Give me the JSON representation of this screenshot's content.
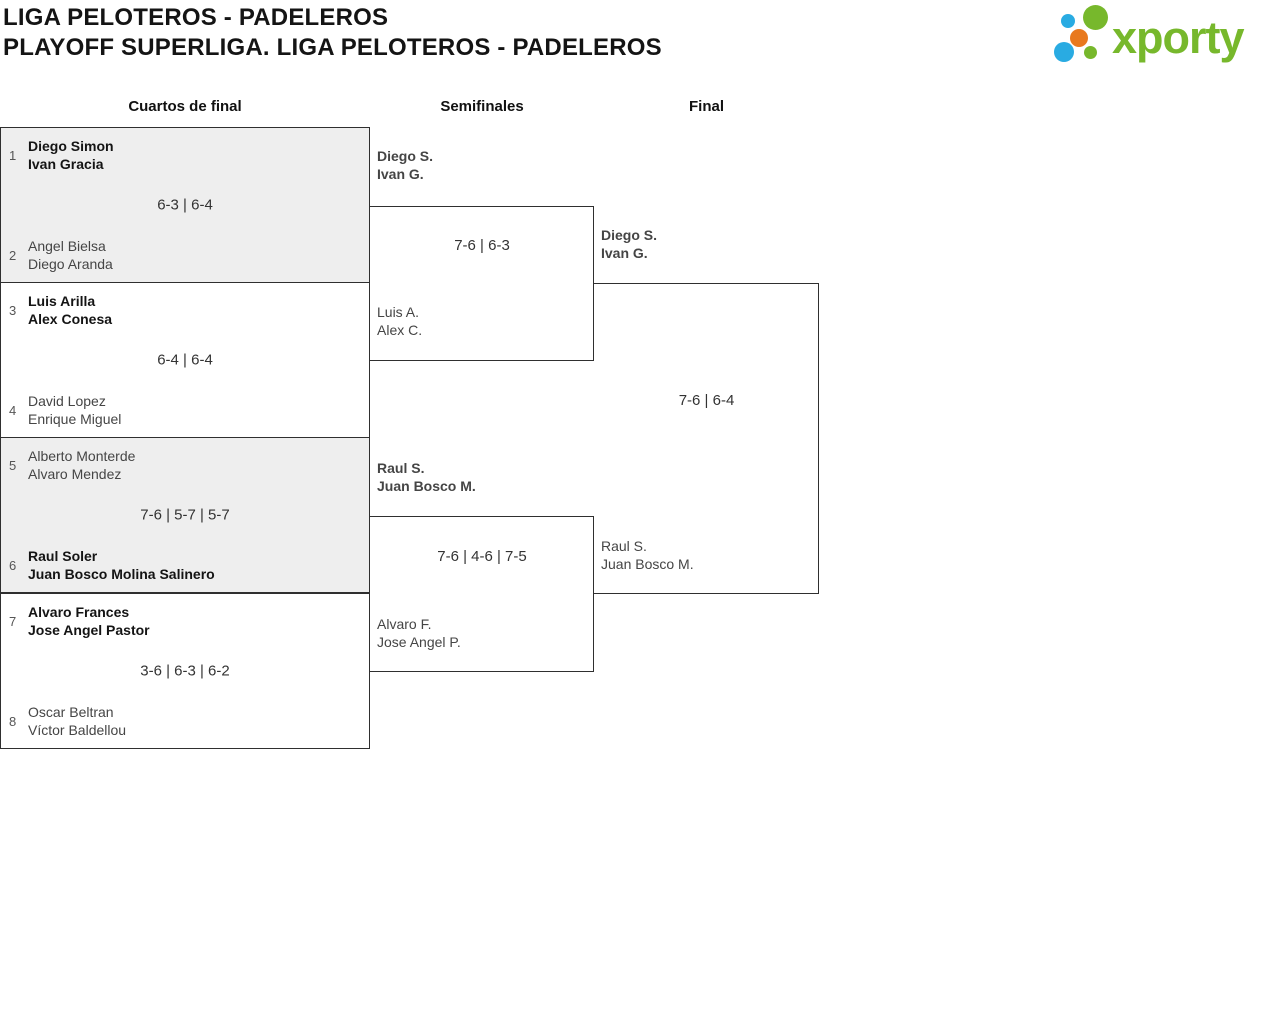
{
  "header": {
    "title": "LIGA PELOTEROS - PADELEROS",
    "subtitle": "PLAYOFF SUPERLIGA. LIGA PELOTEROS - PADELEROS",
    "logo_text": "xporty"
  },
  "columns": {
    "quarterfinals_label": "Cuartos de final",
    "semifinals_label": "Semifinales",
    "final_label": "Final"
  },
  "colors": {
    "logo_green": "#77b82c",
    "logo_blue": "#29abe2",
    "logo_orange": "#e8791e",
    "box_gray": "#eeeeee",
    "border": "#2f2f2f"
  },
  "bracket": {
    "quarterfinals": [
      {
        "team1": {
          "seed": "1",
          "players": [
            "Diego Simon",
            "Ivan Gracia"
          ],
          "winner": true
        },
        "score": "6-3 | 6-4",
        "team2": {
          "seed": "2",
          "players": [
            "Angel Bielsa",
            "Diego Aranda"
          ],
          "winner": false
        }
      },
      {
        "team1": {
          "seed": "3",
          "players": [
            "Luis Arilla",
            "Alex Conesa"
          ],
          "winner": true
        },
        "score": "6-4 | 6-4",
        "team2": {
          "seed": "4",
          "players": [
            "David Lopez",
            "Enrique Miguel"
          ],
          "winner": false
        }
      },
      {
        "team1": {
          "seed": "5",
          "players": [
            "Alberto Monterde",
            "Alvaro Mendez"
          ],
          "winner": false
        },
        "score": "7-6 | 5-7 | 5-7",
        "team2": {
          "seed": "6",
          "players": [
            "Raul Soler",
            "Juan Bosco Molina Salinero"
          ],
          "winner": true
        }
      },
      {
        "team1": {
          "seed": "7",
          "players": [
            "Alvaro Frances",
            "Jose Angel Pastor"
          ],
          "winner": true
        },
        "score": "3-6 | 6-3 | 6-2",
        "team2": {
          "seed": "8",
          "players": [
            "Oscar Beltran",
            "Víctor Baldellou"
          ],
          "winner": false
        }
      }
    ],
    "semifinals": [
      {
        "team1": {
          "players": [
            "Diego S.",
            "Ivan G."
          ],
          "winner": true
        },
        "score": "7-6 | 6-3",
        "team2": {
          "players": [
            "Luis A.",
            "Alex C."
          ],
          "winner": false
        }
      },
      {
        "team1": {
          "players": [
            "Raul S.",
            "Juan Bosco M."
          ],
          "winner": true
        },
        "score": "7-6 | 4-6 | 7-5",
        "team2": {
          "players": [
            "Alvaro F.",
            "Jose Angel P."
          ],
          "winner": false
        }
      }
    ],
    "final": {
      "team1": {
        "players": [
          "Diego S.",
          "Ivan G."
        ],
        "winner": true
      },
      "score": "7-6 | 6-4",
      "team2": {
        "players": [
          "Raul S.",
          "Juan Bosco M."
        ],
        "winner": false
      }
    }
  }
}
